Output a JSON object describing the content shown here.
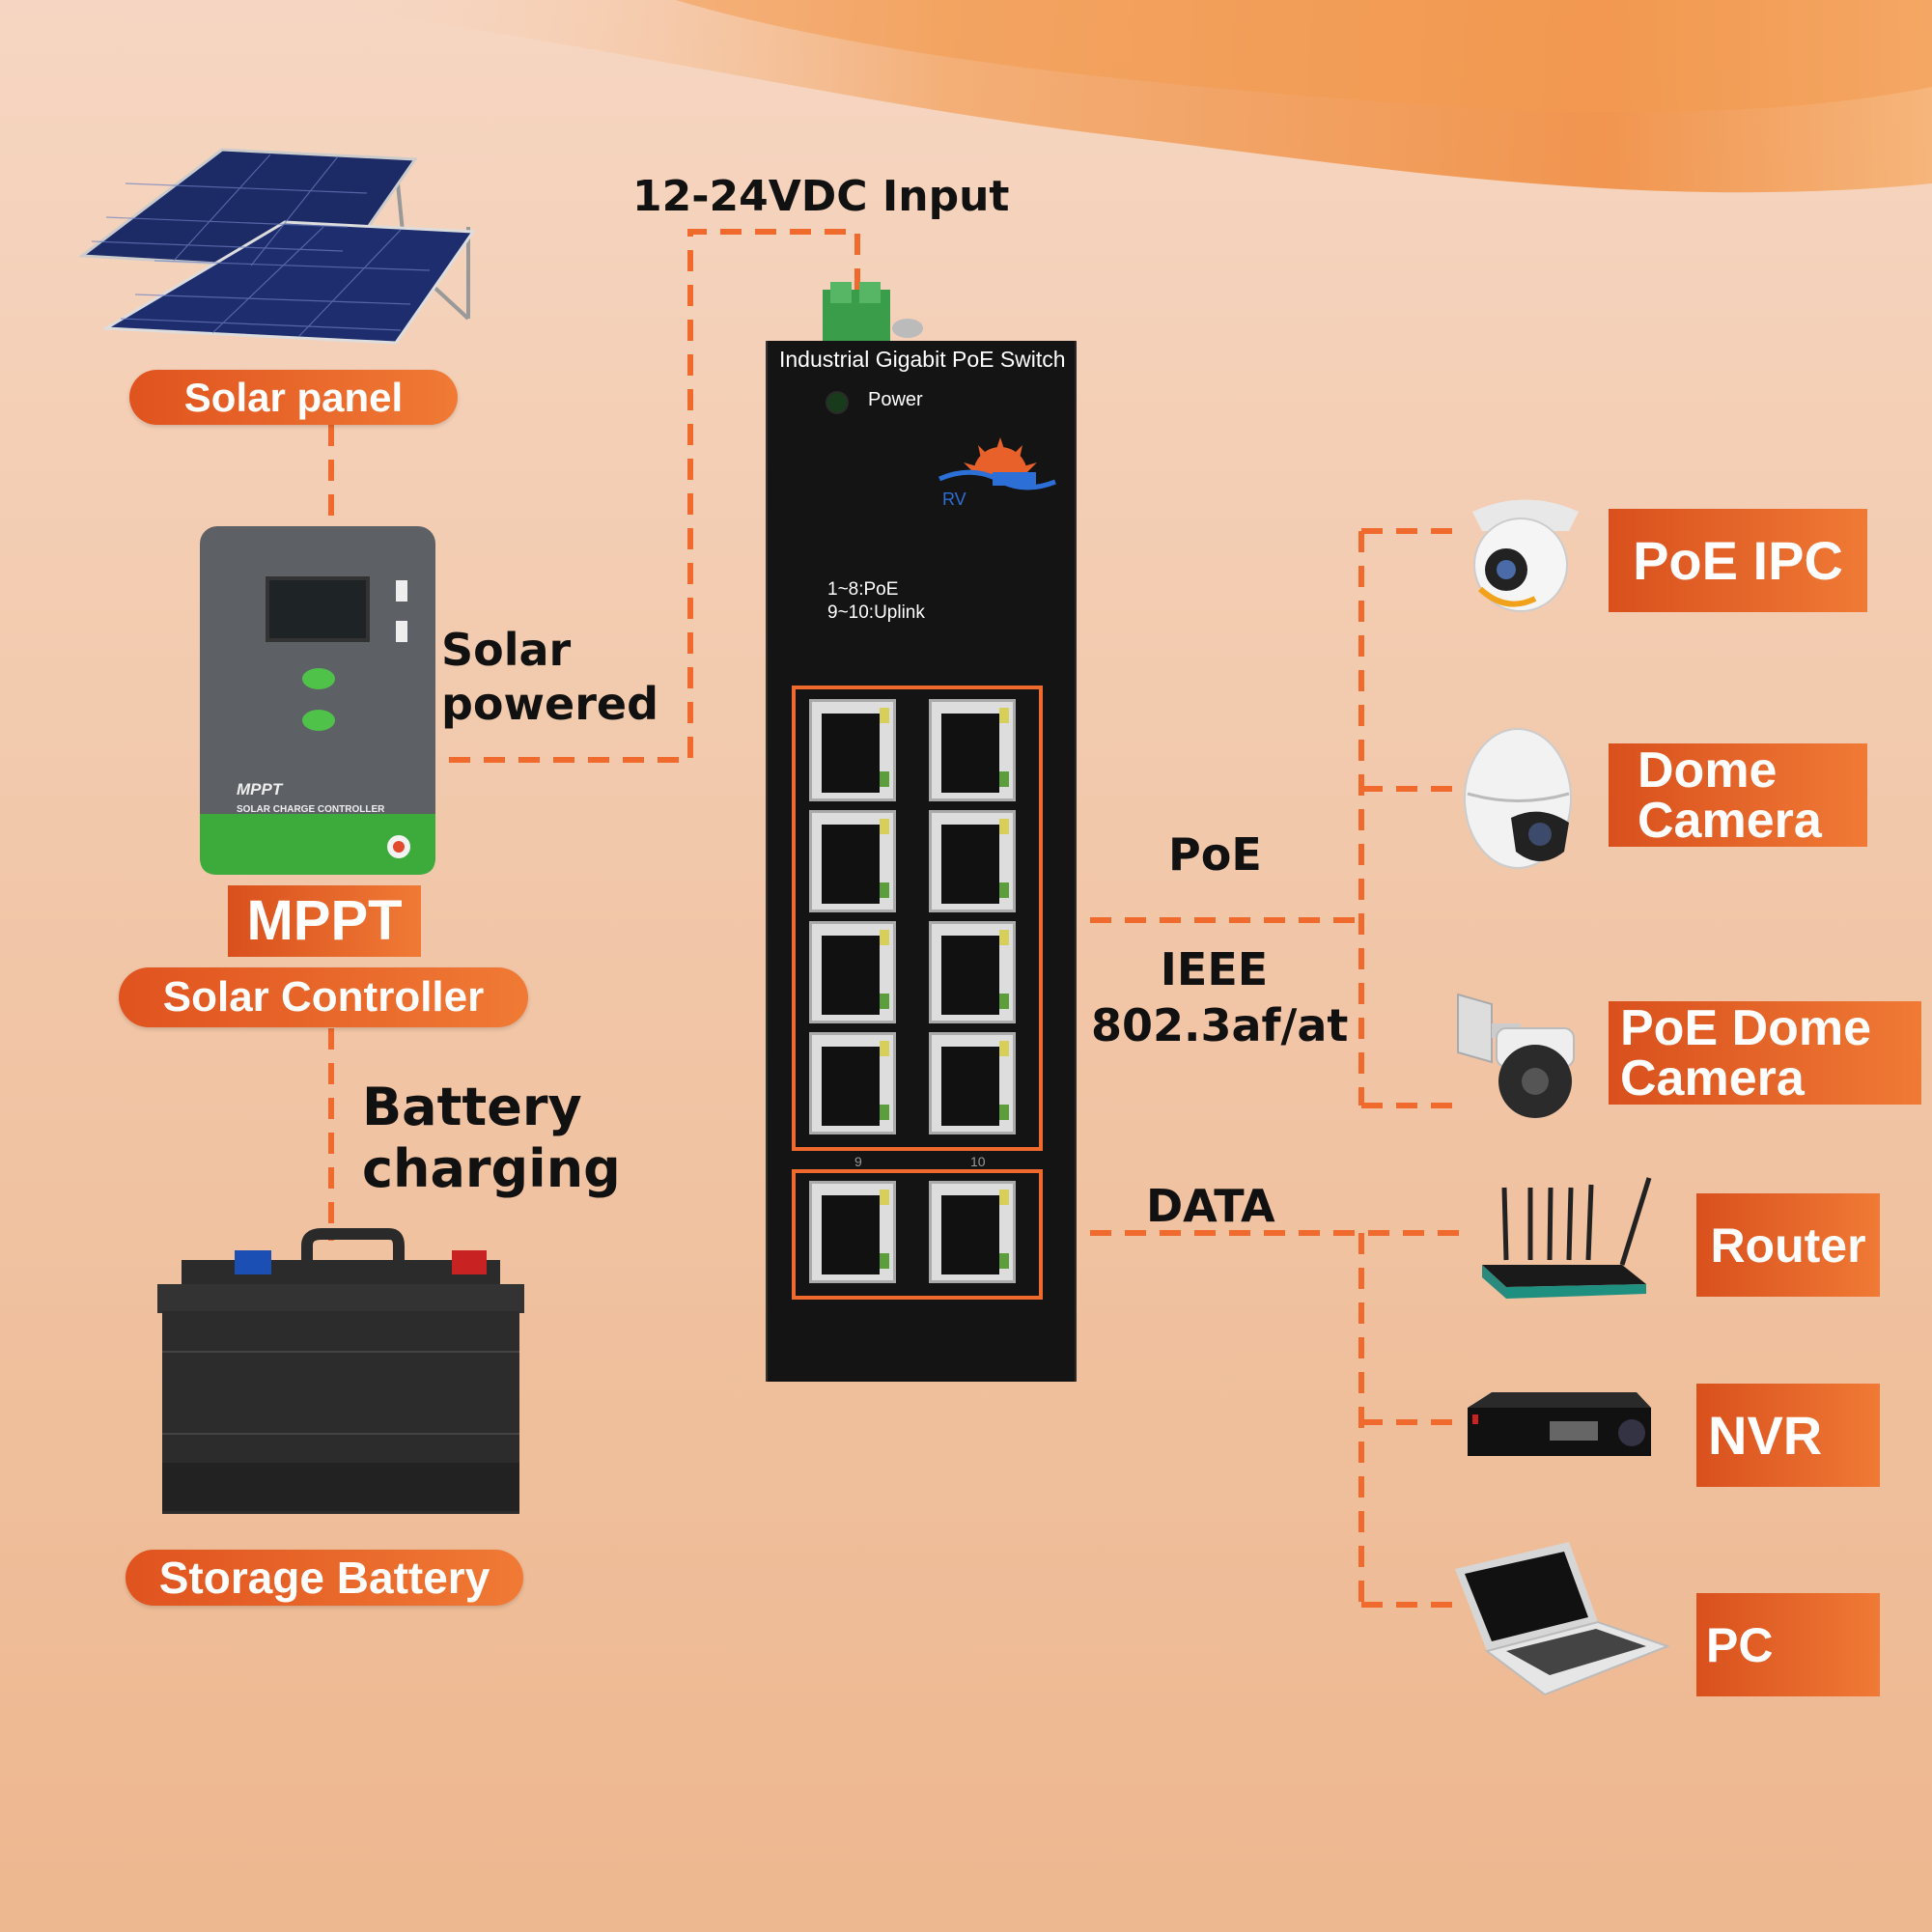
{
  "input_label": "12-24VDC Input",
  "solar_panel_label": "Solar panel",
  "solar_powered_label": [
    "Solar",
    "powered"
  ],
  "mppt_label": "MPPT",
  "solar_controller_label": "Solar Controller",
  "battery_charging_label": [
    "Battery",
    "charging"
  ],
  "storage_battery_label": "Storage Battery",
  "controller": {
    "brand": "MPPT",
    "subtitle": "SOLAR CHARGE CONTROLLER"
  },
  "switch": {
    "title": "Industrial Gigabit PoE Switch",
    "power": "Power",
    "logo": "RV",
    "port_info": [
      "1~8:PoE",
      "9~10:Uplink"
    ],
    "port9": "9",
    "port10": "10"
  },
  "poe_label": "PoE",
  "ieee_label": [
    "IEEE",
    "802.3af/at"
  ],
  "data_label": "DATA",
  "devices": {
    "poe_ipc": "PoE IPC",
    "dome_camera": [
      "Dome",
      "Camera"
    ],
    "poe_dome_camera": [
      "PoE Dome",
      "Camera"
    ],
    "router": "Router",
    "nvr": "NVR",
    "pc": "PC"
  },
  "colors": {
    "accent": "#e8602a",
    "dashed_line": "#ef6a2c",
    "switch_body": "#141414"
  },
  "icons": [
    "solar-panel-icon",
    "mppt-controller-icon",
    "battery-icon",
    "poe-switch-icon",
    "bullet-camera-icon",
    "dome-camera-icon",
    "ptz-camera-icon",
    "router-icon",
    "nvr-icon",
    "laptop-icon"
  ]
}
